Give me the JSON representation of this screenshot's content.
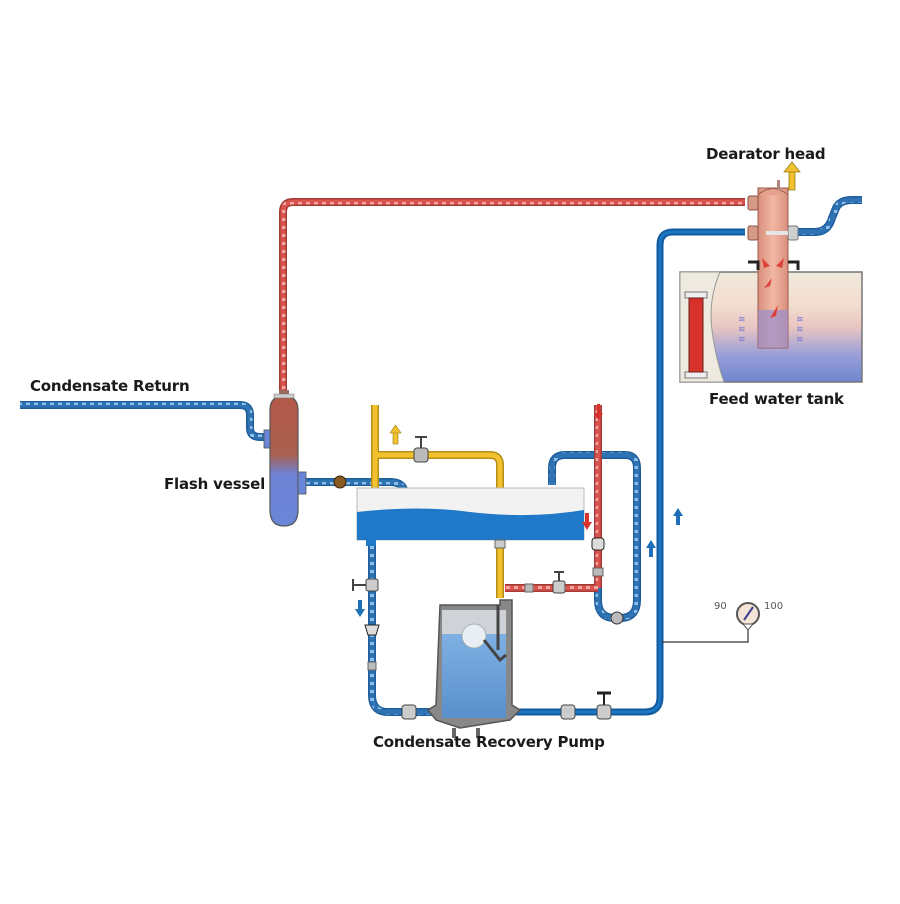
{
  "diagram": {
    "title": "Condensate recovery and flash steam system",
    "labels": {
      "dearator_head": "Dearator head",
      "feed_water_tank": "Feed water tank",
      "condensate_return": "Condensate Return",
      "flash_vessel": "Flash vessel",
      "condensate_recovery_pump": "Condensate Recovery Pump"
    },
    "pressure_gauge": {
      "scale_low": "90",
      "scale_high": "100"
    },
    "colors": {
      "steam_pipe": "#d9534f",
      "water_pipe": "#2f73b5",
      "water_pipe_dark": "#1565ad",
      "motive_steam_pipe": "#f2c12e",
      "vessel_top": "#b5584a",
      "vessel_bottom": "#6a86d8",
      "dearator": "#e8a994",
      "tank_water": "#2e78c5",
      "pump_water": "#6aa0d8"
    }
  }
}
